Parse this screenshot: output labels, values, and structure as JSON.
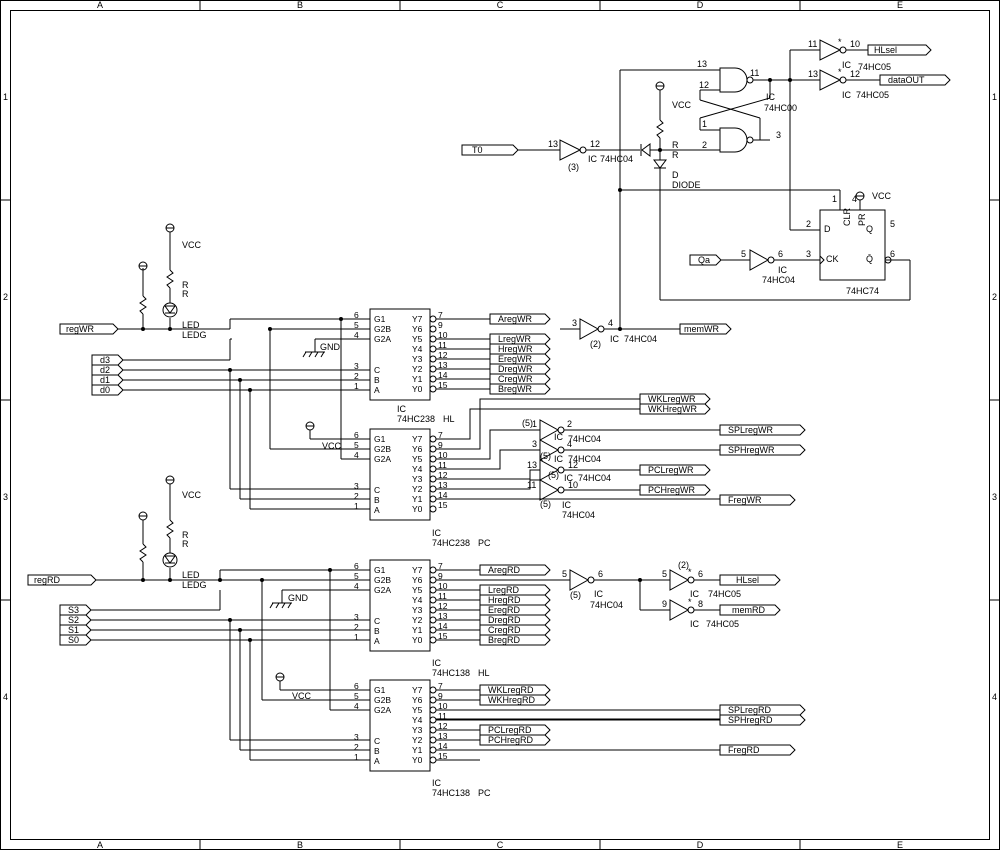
{
  "border": {
    "columns": [
      "A",
      "B",
      "C",
      "D",
      "E"
    ],
    "rows": [
      "1",
      "2",
      "3",
      "4"
    ]
  },
  "common": {
    "vcc": "VCC",
    "gnd": "GND",
    "ic": "IC",
    "r": "R",
    "led": "LED",
    "ledg": "LEDG",
    "star": "*"
  },
  "decoders": [
    {
      "id": "dec1",
      "part": "74HC238",
      "ref": "HL",
      "inputs": [
        "G1",
        "G2B",
        "G2A",
        "C",
        "B",
        "A"
      ],
      "in_pins": [
        "6",
        "5",
        "4",
        "3",
        "2",
        "1"
      ],
      "outputs": [
        "Y7",
        "Y6",
        "Y5",
        "Y4",
        "Y3",
        "Y2",
        "Y1",
        "Y0"
      ],
      "out_pins": [
        "7",
        "9",
        "10",
        "11",
        "12",
        "13",
        "14",
        "15"
      ]
    },
    {
      "id": "dec2",
      "part": "74HC238",
      "ref": "PC",
      "inputs": [
        "G1",
        "G2B",
        "G2A",
        "C",
        "B",
        "A"
      ],
      "in_pins": [
        "6",
        "5",
        "4",
        "3",
        "2",
        "1"
      ],
      "outputs": [
        "Y7",
        "Y6",
        "Y5",
        "Y4",
        "Y3",
        "Y2",
        "Y1",
        "Y0"
      ],
      "out_pins": [
        "7",
        "9",
        "10",
        "11",
        "12",
        "13",
        "14",
        "15"
      ]
    },
    {
      "id": "dec3",
      "part": "74HC138",
      "ref": "HL",
      "inputs": [
        "G1",
        "G2B",
        "G2A",
        "C",
        "B",
        "A"
      ],
      "in_pins": [
        "6",
        "5",
        "4",
        "3",
        "2",
        "1"
      ],
      "outputs": [
        "Y7",
        "Y6",
        "Y5",
        "Y4",
        "Y3",
        "Y2",
        "Y1",
        "Y0"
      ],
      "out_pins": [
        "7",
        "9",
        "10",
        "11",
        "12",
        "13",
        "14",
        "15"
      ]
    },
    {
      "id": "dec4",
      "part": "74HC138",
      "ref": "PC",
      "inputs": [
        "G1",
        "G2B",
        "G2A",
        "C",
        "B",
        "A"
      ],
      "in_pins": [
        "6",
        "5",
        "4",
        "3",
        "2",
        "1"
      ],
      "outputs": [
        "Y7",
        "Y6",
        "Y5",
        "Y4",
        "Y3",
        "Y2",
        "Y1",
        "Y0"
      ],
      "out_pins": [
        "7",
        "9",
        "10",
        "11",
        "12",
        "13",
        "14",
        "15"
      ]
    }
  ],
  "ports": {
    "regWR": "regWR",
    "regRD": "regRD",
    "d3": "d3",
    "d2": "d2",
    "d1": "d1",
    "d0": "d0",
    "S3": "S3",
    "S2": "S2",
    "S1": "S1",
    "S0": "S0",
    "T0": "T0",
    "Qa": "Qa",
    "HLsel_top": "HLsel",
    "dataOUT": "dataOUT",
    "memWR": "memWR",
    "HLsel_mid": "HLsel",
    "memRD": "memRD",
    "AregWR": "AregWR",
    "LregWR": "LregWR",
    "HregWR": "HregWR",
    "EregWR": "EregWR",
    "DregWR": "DregWR",
    "CregWR": "CregWR",
    "BregWR": "BregWR",
    "WKLregWR": "WKLregWR",
    "WKHregWR": "WKHregWR",
    "SPLregWR": "SPLregWR",
    "SPHregWR": "SPHregWR",
    "PCLregWR": "PCLregWR",
    "PCHregWR": "PCHregWR",
    "FregWR": "FregWR",
    "AregRD": "AregRD",
    "LregRD": "LregRD",
    "HregRD": "HregRD",
    "EregRD": "EregRD",
    "DregRD": "DregRD",
    "CregRD": "CregRD",
    "BregRD": "BregRD",
    "WKLregRD": "WKLregRD",
    "WKHregRD": "WKHregRD",
    "SPLregRD": "SPLregRD",
    "SPHregRD": "SPHregRD",
    "PCLregRD": "PCLregRD",
    "PCHregRD": "PCHregRD",
    "FregRD": "FregRD"
  },
  "gates": {
    "nand": "74HC00",
    "inv": "74HC04",
    "oc": "74HC05",
    "ff": "74HC74",
    "ff_pins": {
      "d": "D",
      "ck": "CK",
      "q": "Q",
      "qn": "Q̄",
      "clr": "CLR",
      "pr": "PR"
    },
    "diode_ref": "D",
    "diode": "DIODE"
  },
  "pins": {
    "nand_a_in1": "13",
    "nand_a_in2": "12",
    "nand_a_out": "11",
    "nand_b_in1": "1",
    "nand_b_in2": "2",
    "nand_b_out": "3",
    "oc1_in": "11",
    "oc1_out": "10",
    "oc2_in": "13",
    "oc2_out": "12",
    "invT0_in": "13",
    "invT0_out": "12",
    "invT0_unit": "(3)",
    "invMem_in": "3",
    "invMem_out": "4",
    "invMem_unit": "(2)",
    "invQa_in": "5",
    "invQa_out": "6",
    "ff_d": "2",
    "ff_ck": "3",
    "ff_q": "5",
    "ff_qn": "6",
    "ff_clr": "1",
    "ff_pr": "4",
    "inv1_in": "1",
    "inv1_out": "2",
    "inv1_unit": "(5)",
    "inv2_in": "3",
    "inv2_out": "4",
    "inv2_unit": "(5)",
    "inv3_in": "13",
    "inv3_out": "12",
    "inv3_unit": "(5)",
    "inv4_in": "11",
    "inv4_out": "10",
    "inv4_unit": "(5)",
    "invRD_in": "5",
    "invRD_out": "6",
    "invRD_unit": "(5)",
    "oc3_in": "5",
    "oc3_out": "6",
    "oc3_unit": "(2)",
    "oc4_in": "9",
    "oc4_out": "8"
  }
}
